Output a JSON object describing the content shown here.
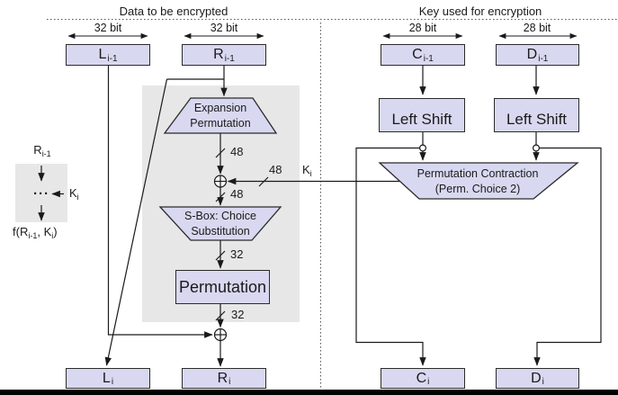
{
  "titles": {
    "left": "Data to be encrypted",
    "right": "Key used for encryption"
  },
  "bit_labels": {
    "l": "32 bit",
    "r": "32 bit",
    "c": "28 bit",
    "d": "28 bit"
  },
  "registers": {
    "l_prev": {
      "main": "L",
      "sub": "i-1"
    },
    "r_prev": {
      "main": "R",
      "sub": "i-1"
    },
    "c_prev": {
      "main": "C",
      "sub": "i-1"
    },
    "d_prev": {
      "main": "D",
      "sub": "i-1"
    },
    "l_next": {
      "main": "L",
      "sub": "i"
    },
    "r_next": {
      "main": "R",
      "sub": "i"
    },
    "c_next": {
      "main": "C",
      "sub": "i"
    },
    "d_next": {
      "main": "D",
      "sub": "i"
    }
  },
  "blocks": {
    "expansion": {
      "line1": "Expansion",
      "line2": "Permutation"
    },
    "sbox": {
      "line1": "S-Box: Choice",
      "line2": "Substitution"
    },
    "permutation": "Permutation",
    "left_shift_1": "Left Shift",
    "left_shift_2": "Left Shift",
    "perm_contraction": {
      "line1": "Permutation Contraction",
      "line2": "(Perm. Choice 2)"
    }
  },
  "wire_labels": {
    "w48_expansion_out": "48",
    "w48_key_in": "48",
    "w48_xor_out": "48",
    "w32_sbox_out": "32",
    "w32_perm_out": "32",
    "key": {
      "main": "K",
      "sub": "i"
    }
  },
  "legend": {
    "r_prev": {
      "main": "R",
      "sub": "i-1"
    },
    "dots": "···",
    "key": {
      "main": "K",
      "sub": "i"
    },
    "f_parts": {
      "p1": "f(R",
      "s1": "i-1",
      "p2": ", K",
      "s2": "i",
      "p3": ")"
    }
  },
  "colors": {
    "box_fill": "#d8d8f0",
    "box_border": "#2b2b2b",
    "function_background": "#e7e7e7",
    "line": "#1a1a1a"
  }
}
